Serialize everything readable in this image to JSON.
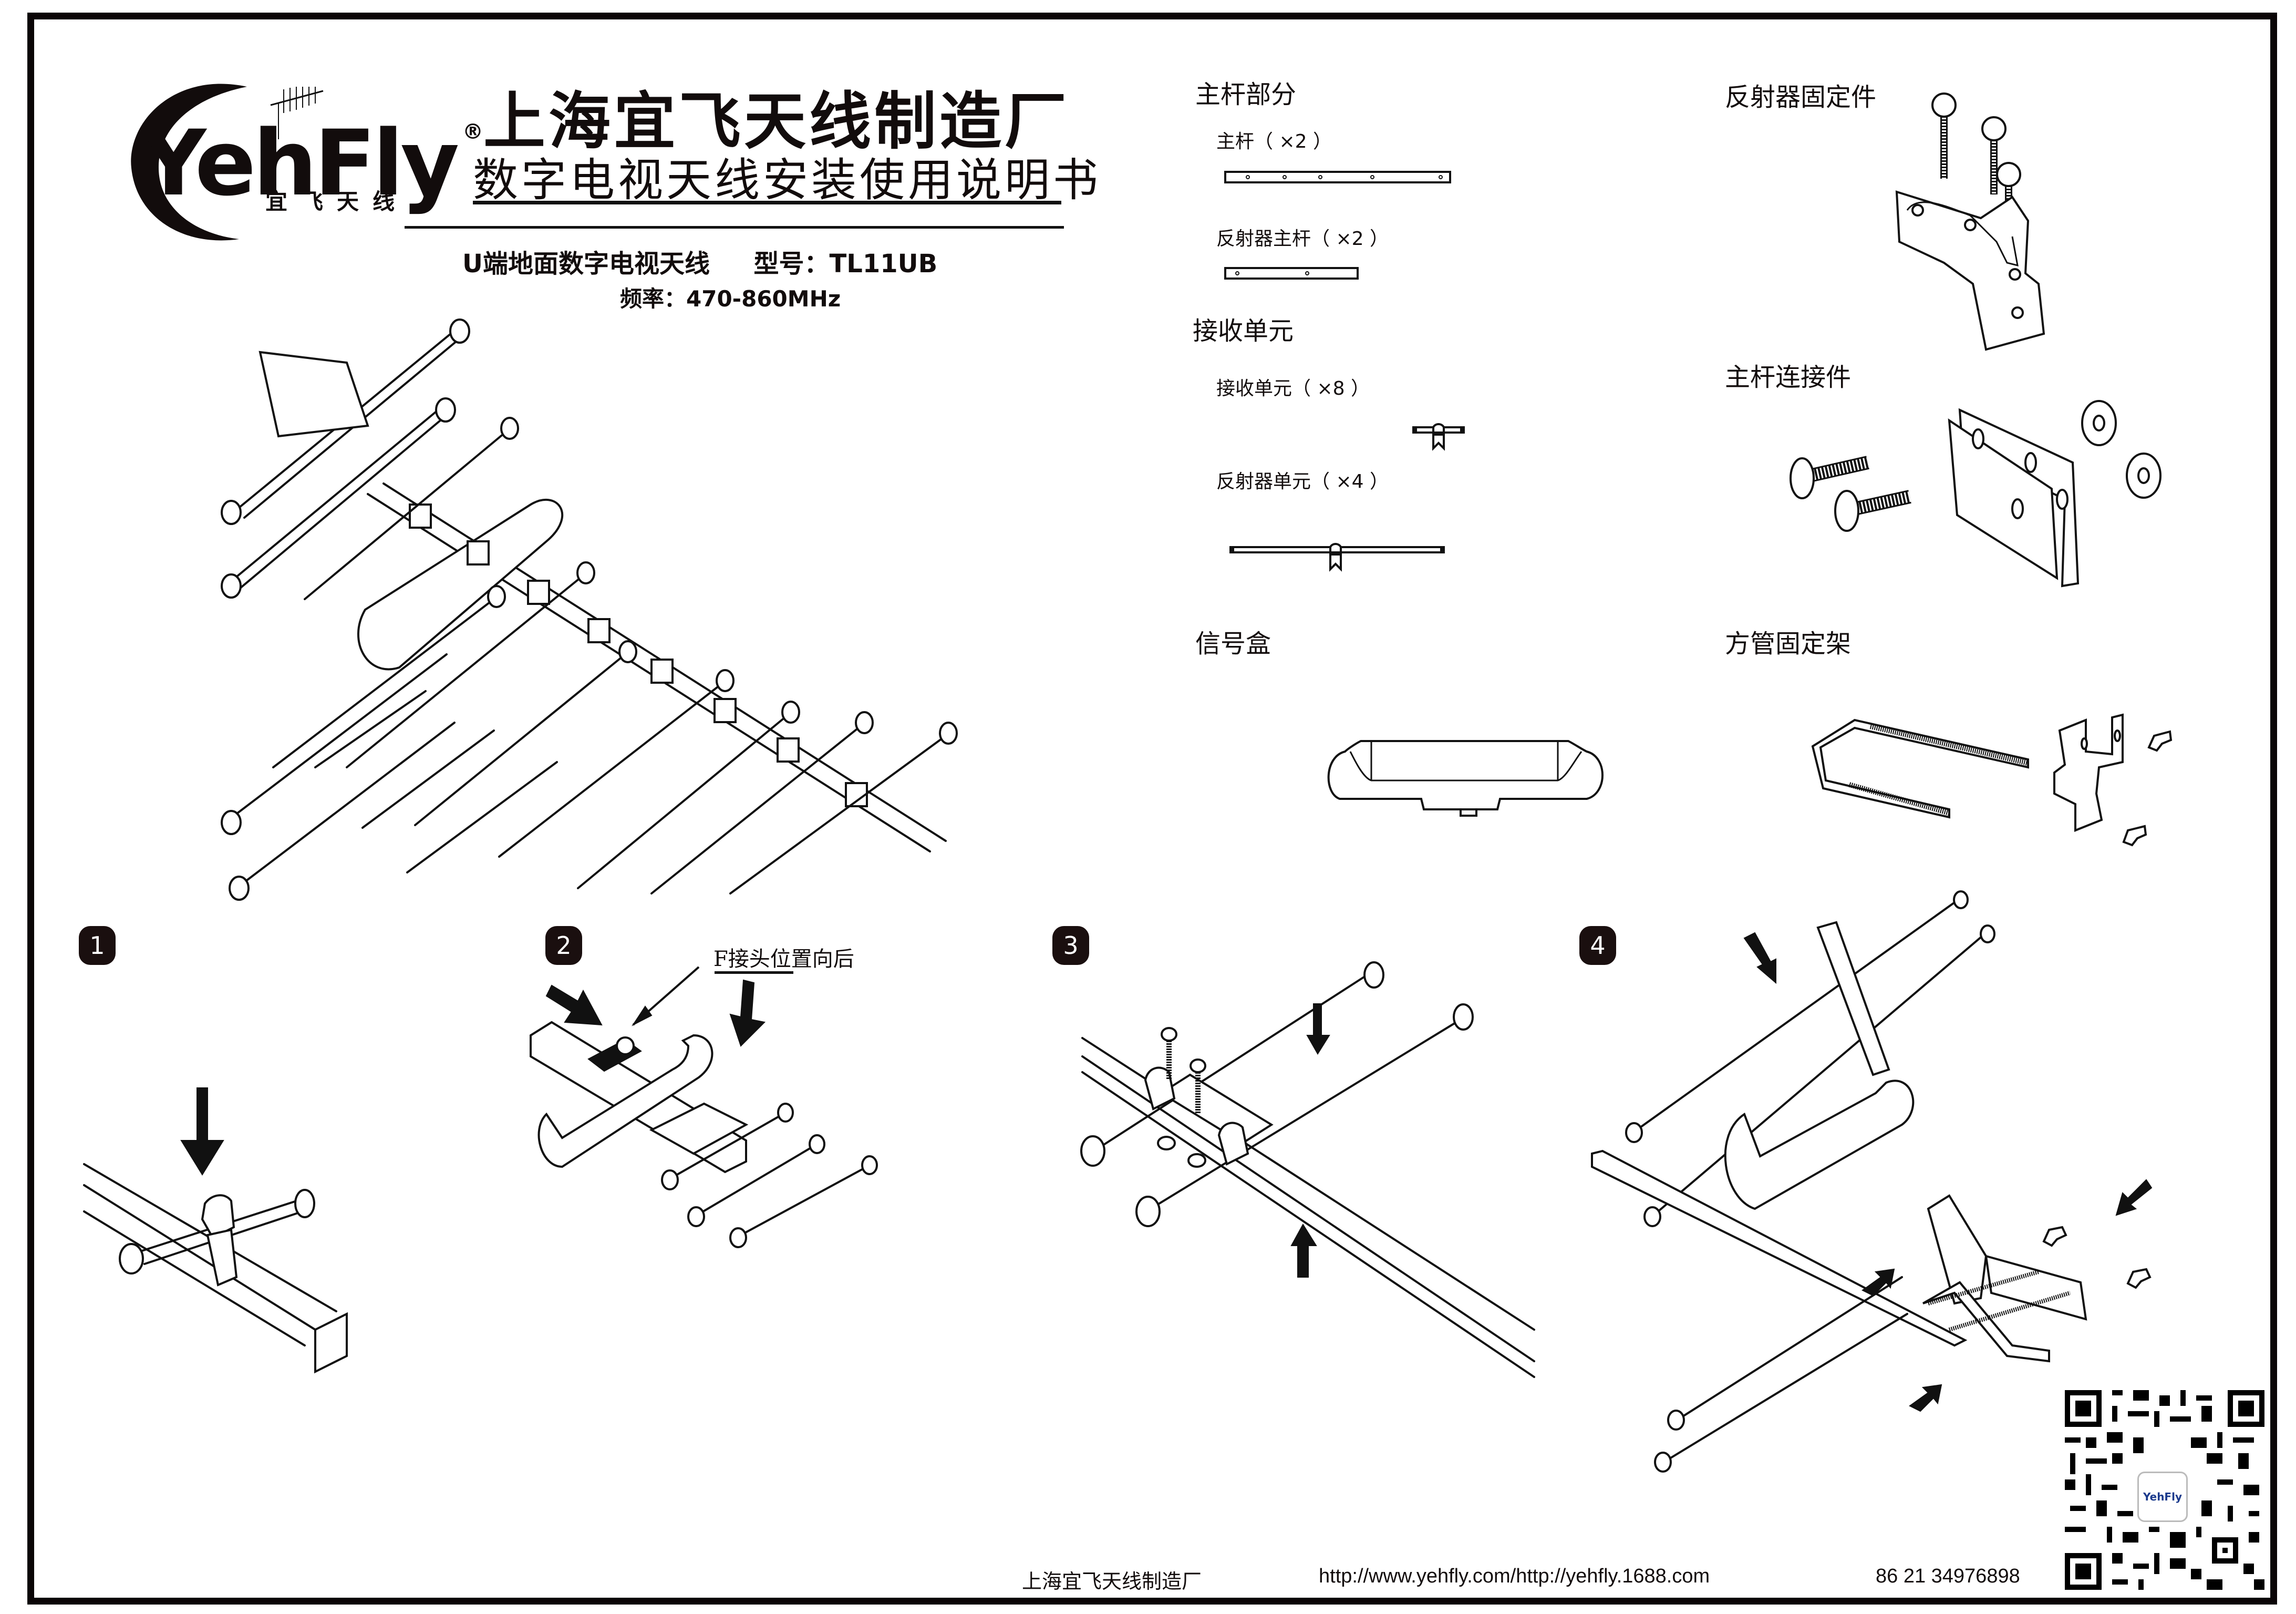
{
  "header": {
    "brand_name": "YehFly",
    "brand_registered_mark": "®",
    "brand_sub": "宜飞天线",
    "company_title": "上海宜飞天线制造厂",
    "manual_title": "数字电视天线安装使用说明书",
    "product_line": "U端地面数字电视天线     型号：TL11UB",
    "frequency": "频率：470-860MHz"
  },
  "parts": {
    "main_boom_section": {
      "title": "主杆部分",
      "items": [
        {
          "label": "主杆（ ×2 ）",
          "quantity": 2
        },
        {
          "label": "反射器主杆（ ×2 ）",
          "quantity": 2
        }
      ]
    },
    "receiving_elements_section": {
      "title": "接收单元",
      "items": [
        {
          "label": "接收单元（ ×8 ）",
          "quantity": 8
        },
        {
          "label": "反射器单元（ ×4 ）",
          "quantity": 4
        }
      ]
    },
    "signal_box_section": {
      "title": "信号盒"
    },
    "reflector_fixture_section": {
      "title": "反射器固定件"
    },
    "boom_connector_section": {
      "title": "主杆连接件"
    },
    "mast_bracket_section": {
      "title": "方管固定架"
    }
  },
  "steps": [
    {
      "number": "1"
    },
    {
      "number": "2",
      "callout": "F接头位置向后"
    },
    {
      "number": "3"
    },
    {
      "number": "4"
    }
  ],
  "footer": {
    "company": "上海宜飞天线制造厂",
    "website": "http://www.yehfly.com/http://yehfly.1688.com",
    "phone": "86 21 34976898",
    "qr_logo_text": "YehFly",
    "qr_brand_color": "#1b3a8c"
  }
}
